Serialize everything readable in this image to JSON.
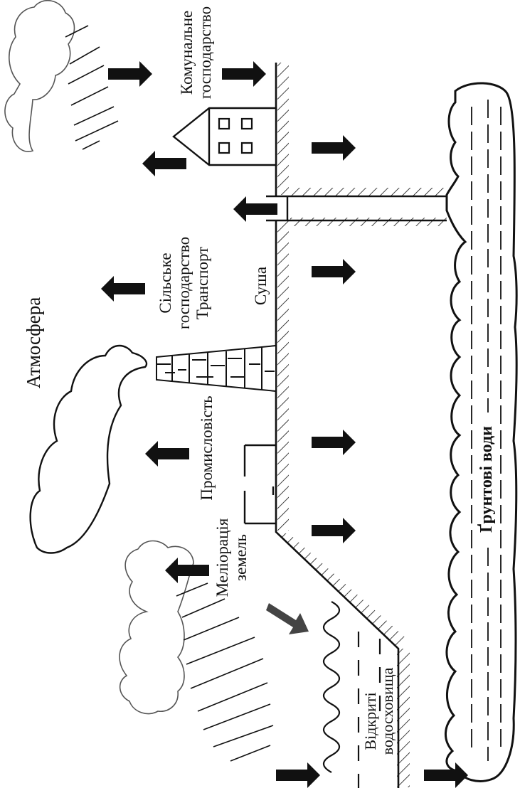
{
  "labels": {
    "atmosphere": "Атмосфера",
    "land": "Суша",
    "utilities": [
      "Комунальне",
      "господарство"
    ],
    "agriculture": [
      "Сільське",
      "господарство",
      "Транспорт"
    ],
    "industry": "Промисловість",
    "melioration": [
      "Меліорація",
      "земель"
    ],
    "reservoirs": [
      "Відкриті",
      "водосховища"
    ],
    "groundwater": "Ґрунтові води"
  },
  "icons": [
    "cloud-icon",
    "rain-icon",
    "arrow-icon",
    "house-icon",
    "tower-icon",
    "well-icon"
  ],
  "colors": {
    "ink": "#111111",
    "paper": "#ffffff",
    "diagonal_arrow": "#444444"
  }
}
